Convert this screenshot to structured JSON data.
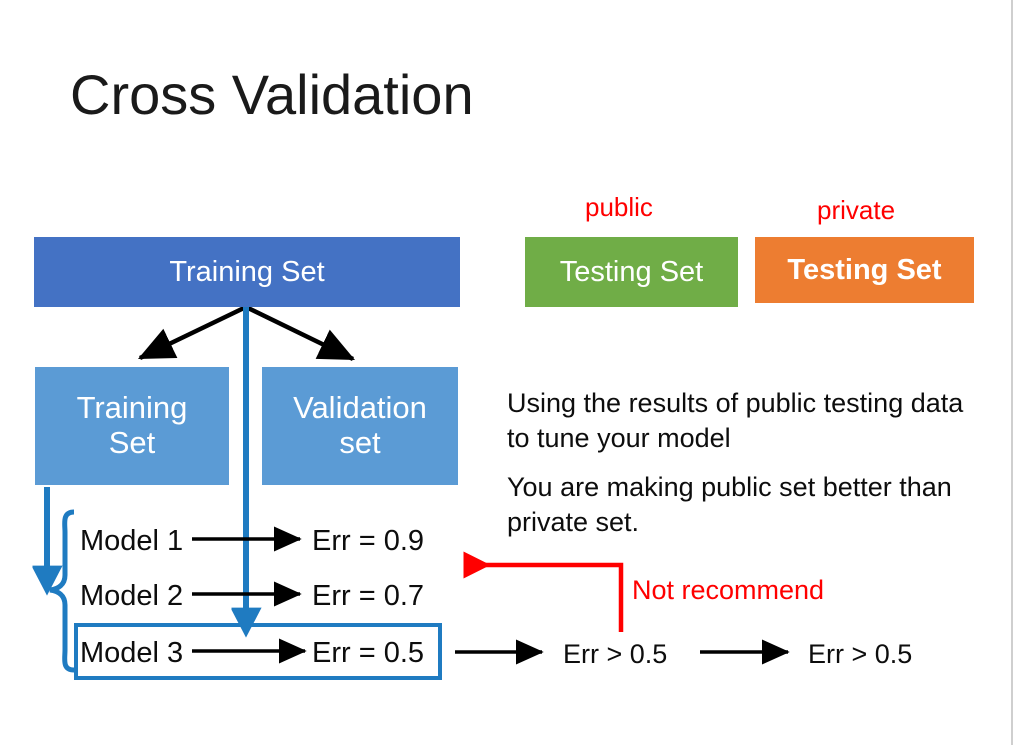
{
  "slide": {
    "title": "Cross Validation",
    "background_color": "#ffffff",
    "border_color": "#cfcfcf"
  },
  "boxes": {
    "training_main": {
      "label": "Training Set",
      "color": "#4472C4"
    },
    "training_sub": {
      "label": "Training\nSet",
      "color": "#5B9BD5"
    },
    "validation_sub": {
      "label": "Validation\nset",
      "color": "#5B9BD5"
    },
    "testing_public": {
      "label": "Testing Set",
      "color": "#70AD47"
    },
    "testing_private": {
      "label": "Testing Set",
      "color": "#ED7D31"
    }
  },
  "tags": {
    "public": "public",
    "private": "private",
    "color": "#FF0000"
  },
  "notes": {
    "paragraph_1": "Using the results of public testing data to tune your model",
    "paragraph_2": "You are making public set better than private set."
  },
  "models": [
    {
      "name": "Model 1",
      "error": "Err = 0.9",
      "highlighted": false
    },
    {
      "name": "Model 2",
      "error": "Err = 0.7",
      "highlighted": false
    },
    {
      "name": "Model 3",
      "error": "Err = 0.5",
      "highlighted": true
    }
  ],
  "downstream": {
    "public_result": "Err > 0.5",
    "private_result": "Err > 0.5"
  },
  "warning": {
    "label": "Not recommend",
    "color": "#FF0000"
  },
  "icons": {
    "split_arrow": "arrow-down-left-right",
    "selection_brace": "curly-brace",
    "feedback_arrow": "elbow-arrow-left"
  }
}
